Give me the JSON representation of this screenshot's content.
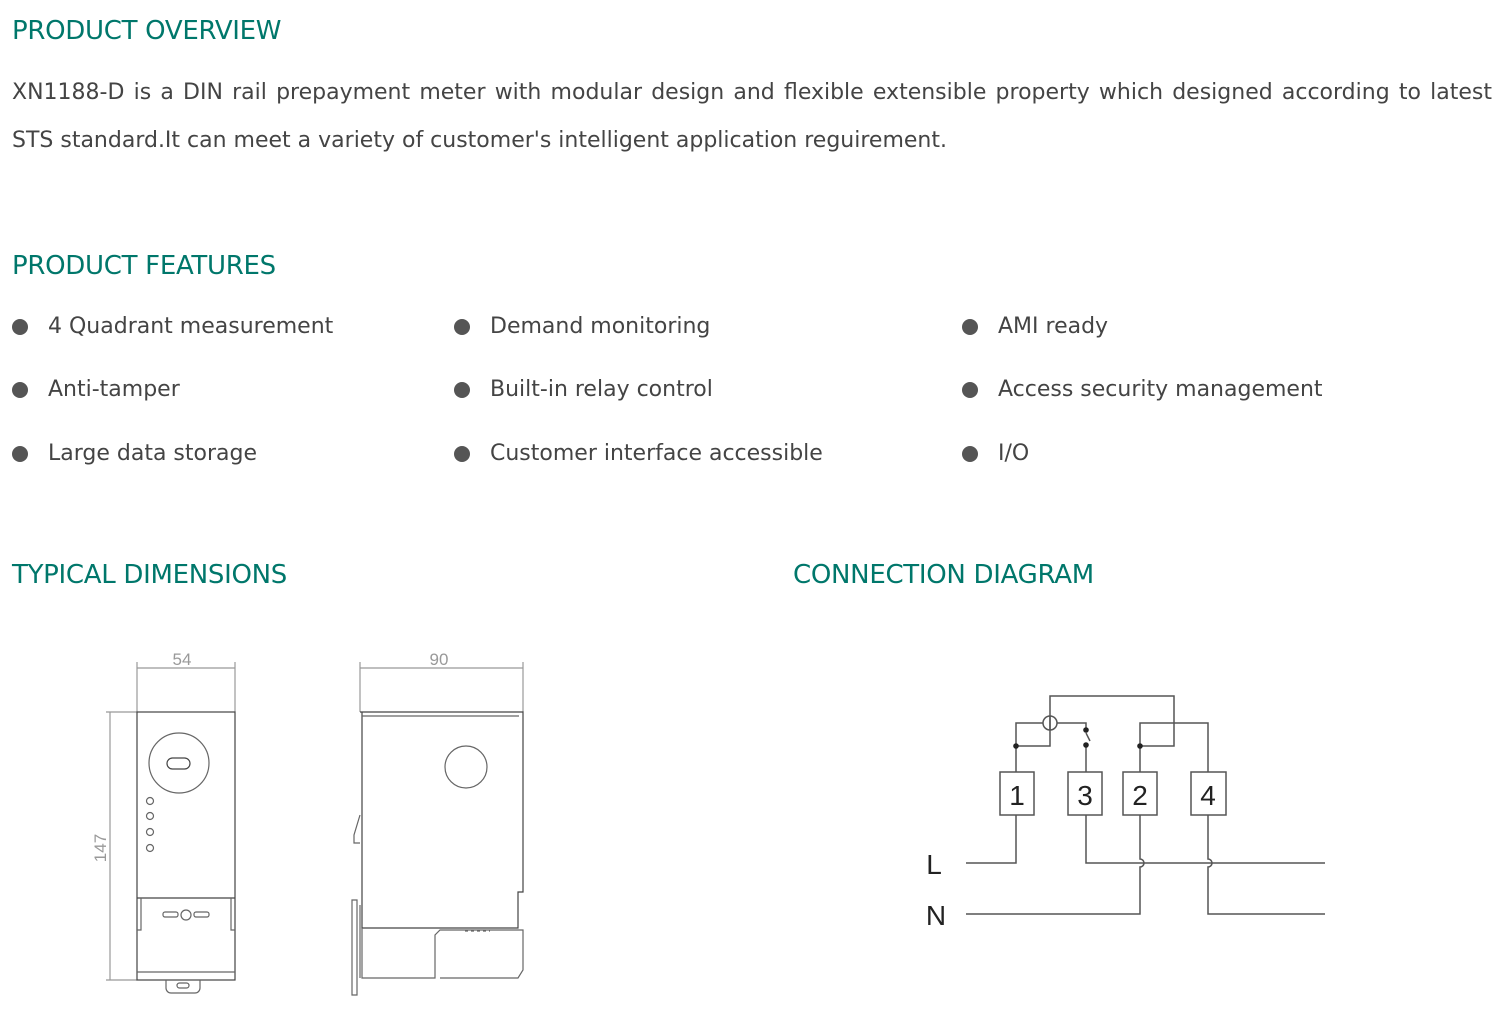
{
  "overview": {
    "title": "PRODUCT OVERVIEW",
    "text": "XN1188-D is a DIN rail prepayment meter with modular design and flexible extensible property which designed according to latest STS standard.It can meet a variety of customer's intelligent application reguirement."
  },
  "features": {
    "title": "PRODUCT FEATURES",
    "items": [
      "4 Quadrant measurement",
      "Demand monitoring",
      "AMI ready",
      "Anti-tamper",
      "Built-in relay control",
      "Access security management",
      "Large data storage",
      "Customer interface accessible",
      "I/O"
    ]
  },
  "dimensions": {
    "title": "TYPICAL DIMENSIONS",
    "width": "54",
    "depth": "90",
    "height": "147"
  },
  "connection": {
    "title": "CONNECTION DIAGRAM",
    "terminals": [
      "1",
      "3",
      "2",
      "4"
    ],
    "line_label": "L",
    "neutral_label": "N"
  },
  "colors": {
    "accent": "#00776b",
    "text": "#444444"
  }
}
